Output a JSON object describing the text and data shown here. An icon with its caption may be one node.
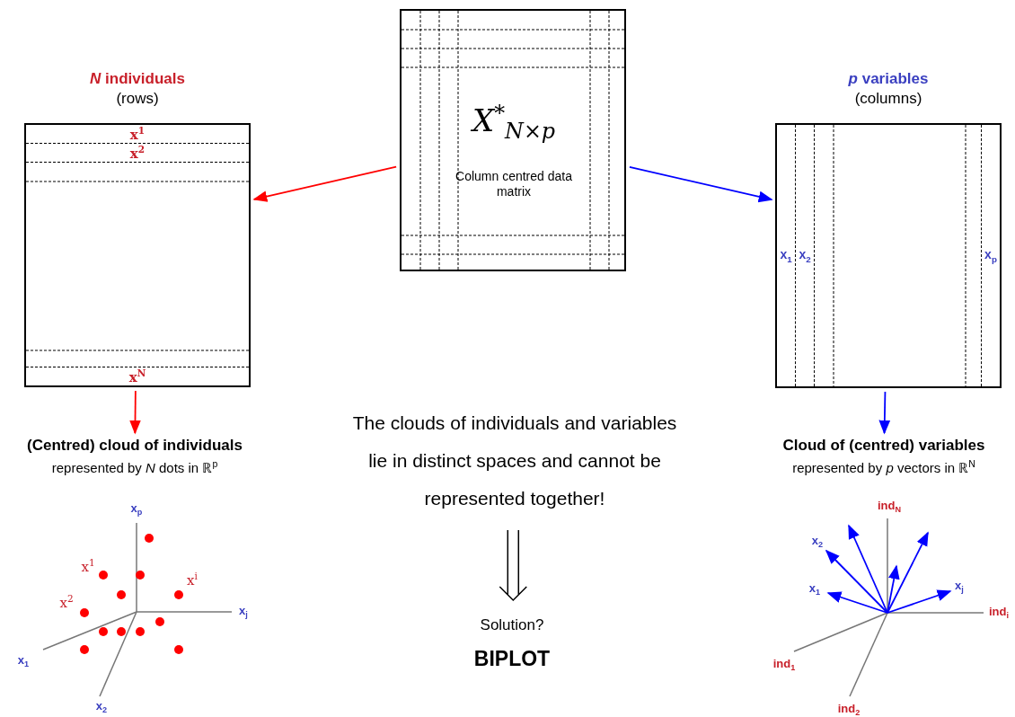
{
  "diagram": {
    "nodes": [
      {
        "text": [
          "X$^{*}$$_{N×p}$",
          "Column centred data matrix"
        ]
      },
      {
        "text": [
          "*N* individuals",
          "(rows)"
        ]
      },
      {
        "text": [
          "x$^{1}$"
        ],
        "in": 1
      },
      {
        "text": [
          "x$^{2}$"
        ],
        "in": 1
      },
      {
        "text": [
          "x$^{N}$"
        ],
        "in": 1
      },
      {
        "text": [
          "*p* variables",
          "(columns)"
        ]
      },
      {
        "text": [
          "x$_{1}$"
        ],
        "in": 5
      },
      {
        "text": [
          "x$_{2}$"
        ],
        "in": 5
      },
      {
        "text": [
          "x$_{p}$"
        ],
        "in": 5
      },
      {
        "text": [
          "(Centred) cloud of individuals",
          "represented by *N* dots in ℝ$^{p}$"
        ]
      },
      {
        "text": [
          "Cloud of (centred) variables",
          "represented by *p* vectors in ℝ$^{N}$"
        ]
      },
      {
        "text": [
          "The clouds of individuals and variables lie in distinct spaces and cannot be represented together!"
        ]
      },
      {
        "text": [
          "Solution?",
          "BIPLOT"
        ]
      }
    ],
    "edges": [
      {
        "from": 0,
        "to": 1,
        "arrow": "to",
        "color": "#ff0000"
      },
      {
        "from": 0,
        "to": 5,
        "arrow": "to",
        "color": "#0000ff"
      },
      {
        "from": 1,
        "to": 9,
        "arrow": "to",
        "color": "#ff0000"
      },
      {
        "from": 5,
        "to": 10,
        "arrow": "to",
        "color": "#0000ff"
      },
      {
        "from": 11,
        "to": 12,
        "arrow": "to",
        "color": "#000000"
      }
    ],
    "labels": [
      "x$_{p}$",
      "x$^{1}$",
      "x$^{i}$",
      "x$^{2}$",
      "x$_{j}$",
      "x$_{1}$",
      "x$_{2}$",
      "ind$_{N}$",
      "x$_{2}$",
      "x$_{1}$",
      "x$_{j}$",
      "ind$_{i}$",
      "ind$_{1}$",
      "ind$_{2}$"
    ]
  }
}
